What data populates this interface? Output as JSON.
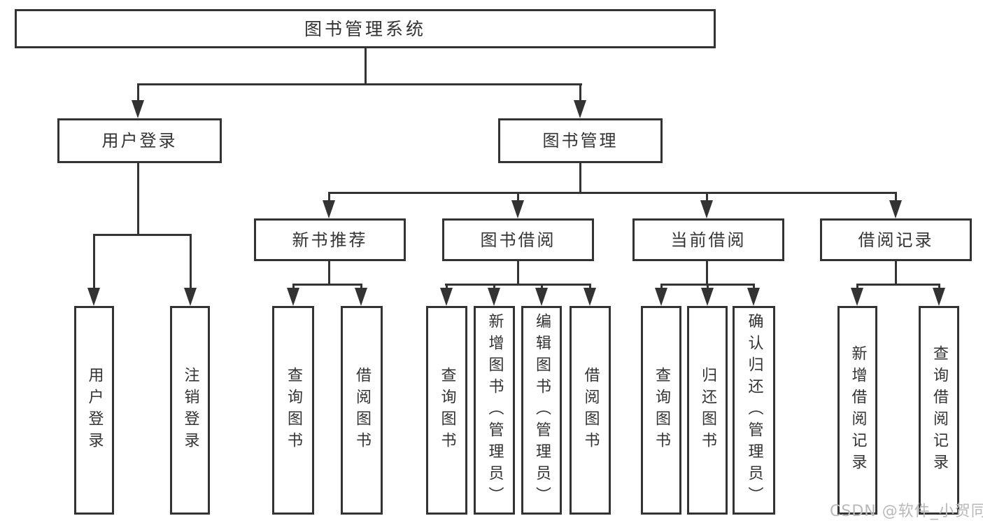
{
  "diagram": {
    "title": "图书管理系统",
    "watermark": "CSDN @软件_小贺同学",
    "colors": {
      "line": "#333333",
      "text": "#333333",
      "watermark": "#b9b9b9",
      "background": "#ffffff"
    },
    "nodes": [
      {
        "id": "root",
        "label": "图书管理系统",
        "level": 1,
        "parent": null
      },
      {
        "id": "user-login",
        "label": "用户登录",
        "level": 2,
        "parent": "root"
      },
      {
        "id": "book-mgmt",
        "label": "图书管理",
        "level": 2,
        "parent": "root"
      },
      {
        "id": "new-book-rec",
        "label": "新书推荐",
        "level": 3,
        "parent": "book-mgmt"
      },
      {
        "id": "book-borrow",
        "label": "图书借阅",
        "level": 3,
        "parent": "book-mgmt"
      },
      {
        "id": "current-borrow",
        "label": "当前借阅",
        "level": 3,
        "parent": "book-mgmt"
      },
      {
        "id": "borrow-records",
        "label": "借阅记录",
        "level": 3,
        "parent": "book-mgmt"
      },
      {
        "id": "leaf-user-login",
        "label": "用户登录",
        "level": 4,
        "parent": "user-login"
      },
      {
        "id": "leaf-logout",
        "label": "注销登录",
        "level": 4,
        "parent": "user-login"
      },
      {
        "id": "leaf-query-book-1",
        "label": "查询图书",
        "level": 4,
        "parent": "new-book-rec"
      },
      {
        "id": "leaf-borrow-book-1",
        "label": "借阅图书",
        "level": 4,
        "parent": "new-book-rec"
      },
      {
        "id": "leaf-query-book-2",
        "label": "查询图书",
        "level": 4,
        "parent": "book-borrow"
      },
      {
        "id": "leaf-add-book",
        "label": "新增图书（管理员）",
        "level": 4,
        "parent": "book-borrow"
      },
      {
        "id": "leaf-edit-book",
        "label": "编辑图书（管理员）",
        "level": 4,
        "parent": "book-borrow"
      },
      {
        "id": "leaf-borrow-book-2",
        "label": "借阅图书",
        "level": 4,
        "parent": "book-borrow"
      },
      {
        "id": "leaf-query-book-3",
        "label": "查询图书",
        "level": 4,
        "parent": "current-borrow"
      },
      {
        "id": "leaf-return-book",
        "label": "归还图书",
        "level": 4,
        "parent": "current-borrow"
      },
      {
        "id": "leaf-confirm-return",
        "label": "确认归还（管理员）",
        "level": 4,
        "parent": "current-borrow"
      },
      {
        "id": "leaf-add-record",
        "label": "新增借阅记录",
        "level": 4,
        "parent": "borrow-records"
      },
      {
        "id": "leaf-query-record",
        "label": "查询借阅记录",
        "level": 4,
        "parent": "borrow-records"
      }
    ]
  }
}
